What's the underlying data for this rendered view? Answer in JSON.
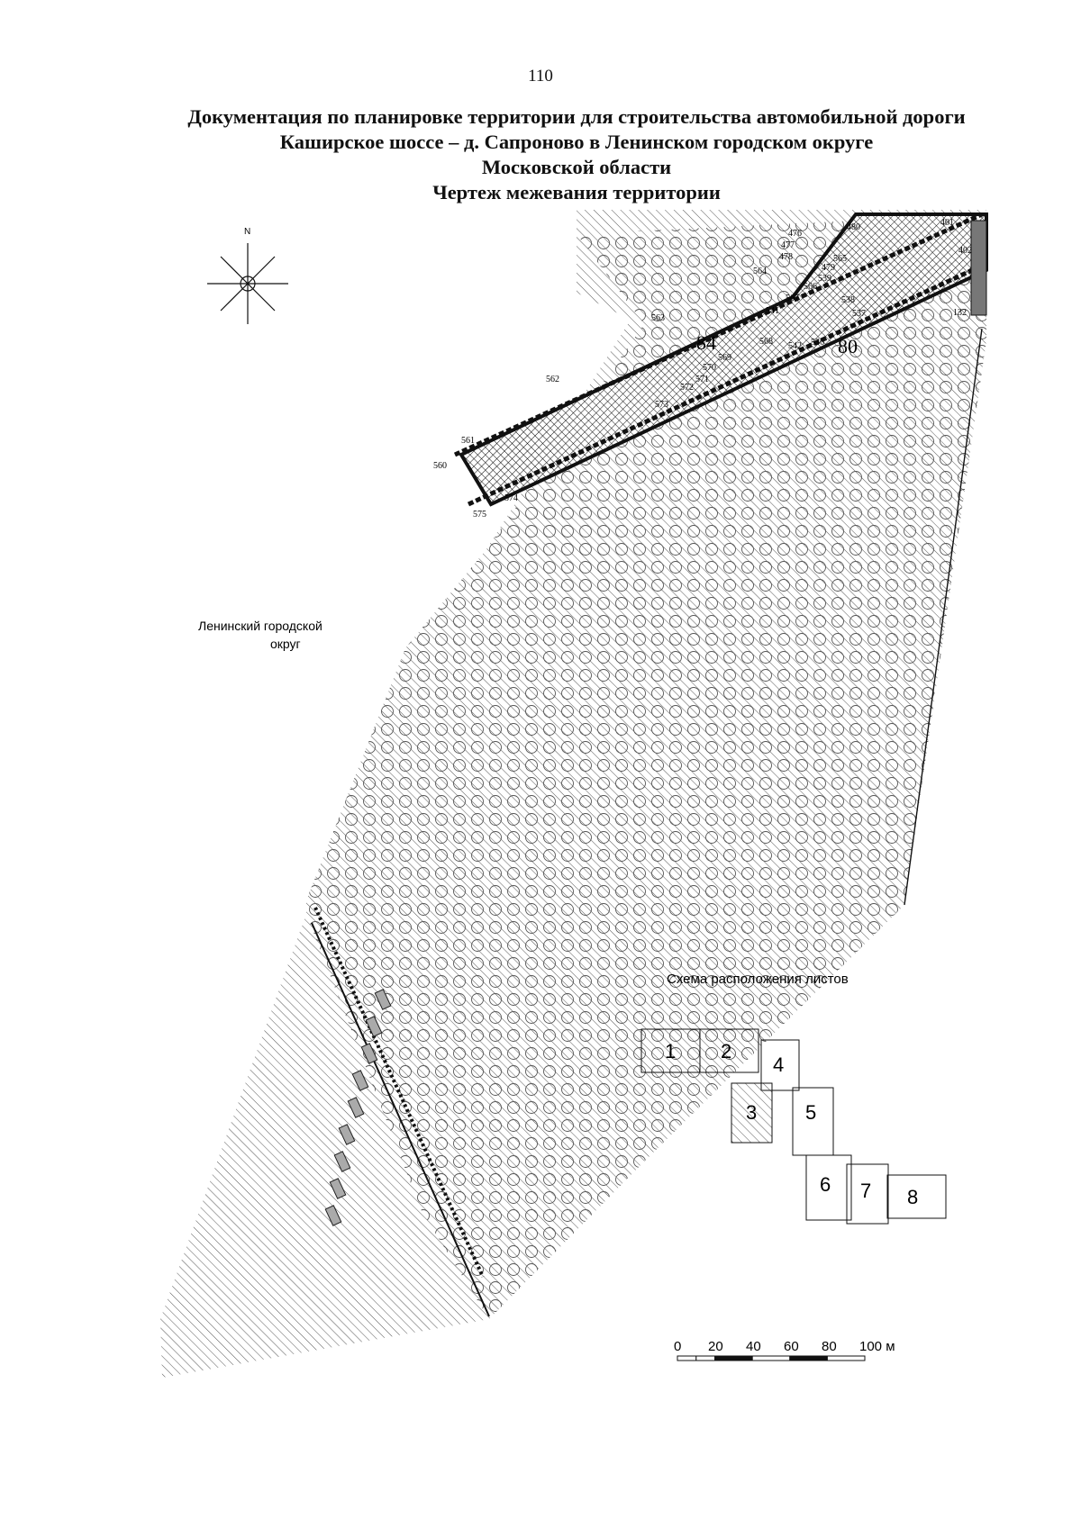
{
  "page_number": "110",
  "title_lines": [
    "Документация по планировке территории для строительства автомобильной дороги",
    "Каширское шоссе – д. Сапроново в Ленинском городском округе",
    "Московской области",
    "Чертеж межевания территории"
  ],
  "compass": {
    "north_label": "N"
  },
  "district_label": [
    "Ленинский городской",
    "округ"
  ],
  "parcel_labels": {
    "p84": "84",
    "p80": "80"
  },
  "point_labels": {
    "p476": "476",
    "p477": "477",
    "p478": "478",
    "p480": "480",
    "p401": "401",
    "p402": "402",
    "p564": "564",
    "p565": "565",
    "p479": "479",
    "p539": "539",
    "p566": "566",
    "p567": "567",
    "p538": "538",
    "p537": "537",
    "p541": "541",
    "p132": "132",
    "p563": "563",
    "p568": "568",
    "p542": "542",
    "p536": "536",
    "p569": "569",
    "p570": "570",
    "p571": "571",
    "p572": "572",
    "p562": "562",
    "p573": "573",
    "p561": "561",
    "p560": "560",
    "p574": "574",
    "p575": "575"
  },
  "sheet_scheme": {
    "title": "Схема расположения листов",
    "sheets": [
      "1",
      "2",
      "3",
      "4",
      "5",
      "6",
      "7",
      "8"
    ],
    "current_sheet": "3"
  },
  "scale_bar": {
    "ticks": [
      "0",
      "20",
      "40",
      "60",
      "80",
      "100 м"
    ]
  }
}
